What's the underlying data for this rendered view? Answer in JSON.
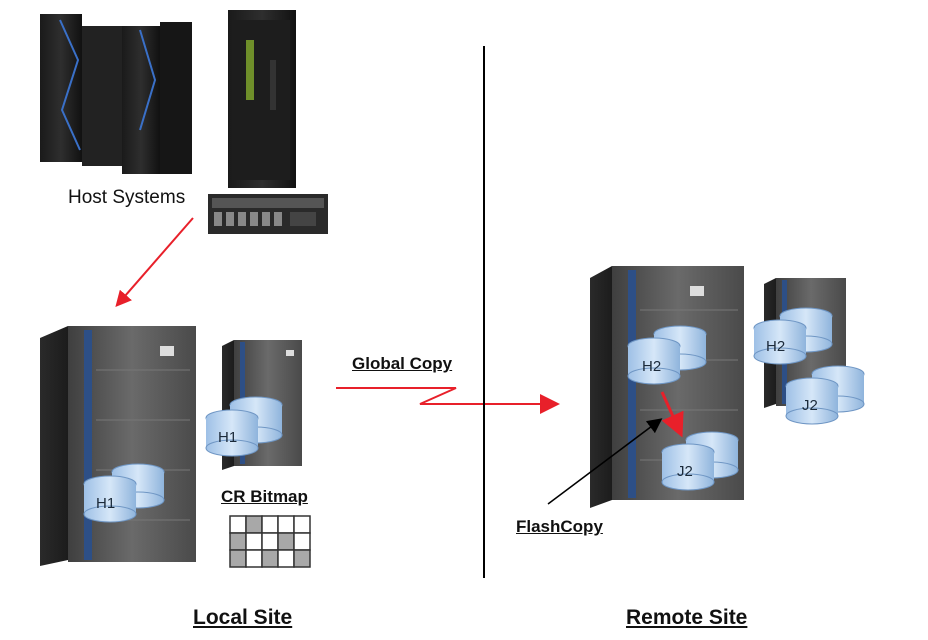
{
  "labels": {
    "host_systems": "Host Systems",
    "global_copy": "Global Copy",
    "cr_bitmap": "CR Bitmap",
    "flashcopy": "FlashCopy",
    "local_site": "Local Site",
    "remote_site": "Remote Site"
  },
  "volumes": {
    "local_main": "H1",
    "local_small": "H1",
    "remote_h2_main": "H2",
    "remote_j2_main": "J2",
    "remote_h2_small": "H2",
    "remote_j2_small": "J2"
  },
  "colors": {
    "arrow_red": "#e8202a",
    "divider": "#000000",
    "volume_fill": "#b9d3ee",
    "cabinet": "#5a5a5a"
  },
  "bitmap": {
    "rows": 3,
    "cols": 5,
    "filled": [
      [
        0,
        1
      ],
      [
        1,
        0
      ],
      [
        1,
        3
      ],
      [
        2,
        0
      ],
      [
        2,
        2
      ],
      [
        2,
        4
      ]
    ]
  }
}
